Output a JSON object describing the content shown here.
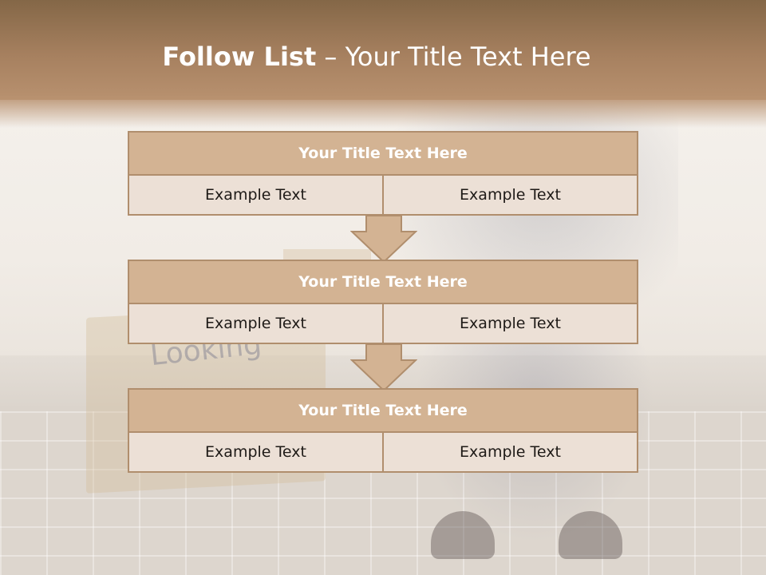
{
  "slide": {
    "title_bold": "Follow List",
    "title_rest": " – Your Title Text Here",
    "background_text": "Looking"
  },
  "blocks": [
    {
      "title": "Your Title Text Here",
      "cells": [
        "Example Text",
        "Example Text"
      ]
    },
    {
      "title": "Your Title Text Here",
      "cells": [
        "Example Text",
        "Example Text"
      ]
    },
    {
      "title": "Your Title Text Here",
      "cells": [
        "Example Text",
        "Example Text"
      ]
    }
  ],
  "colors": {
    "header": "#a6805f",
    "block_title_fill": "#d3b393",
    "block_cell_fill": "#ece0d6",
    "border": "#b08e6d"
  }
}
